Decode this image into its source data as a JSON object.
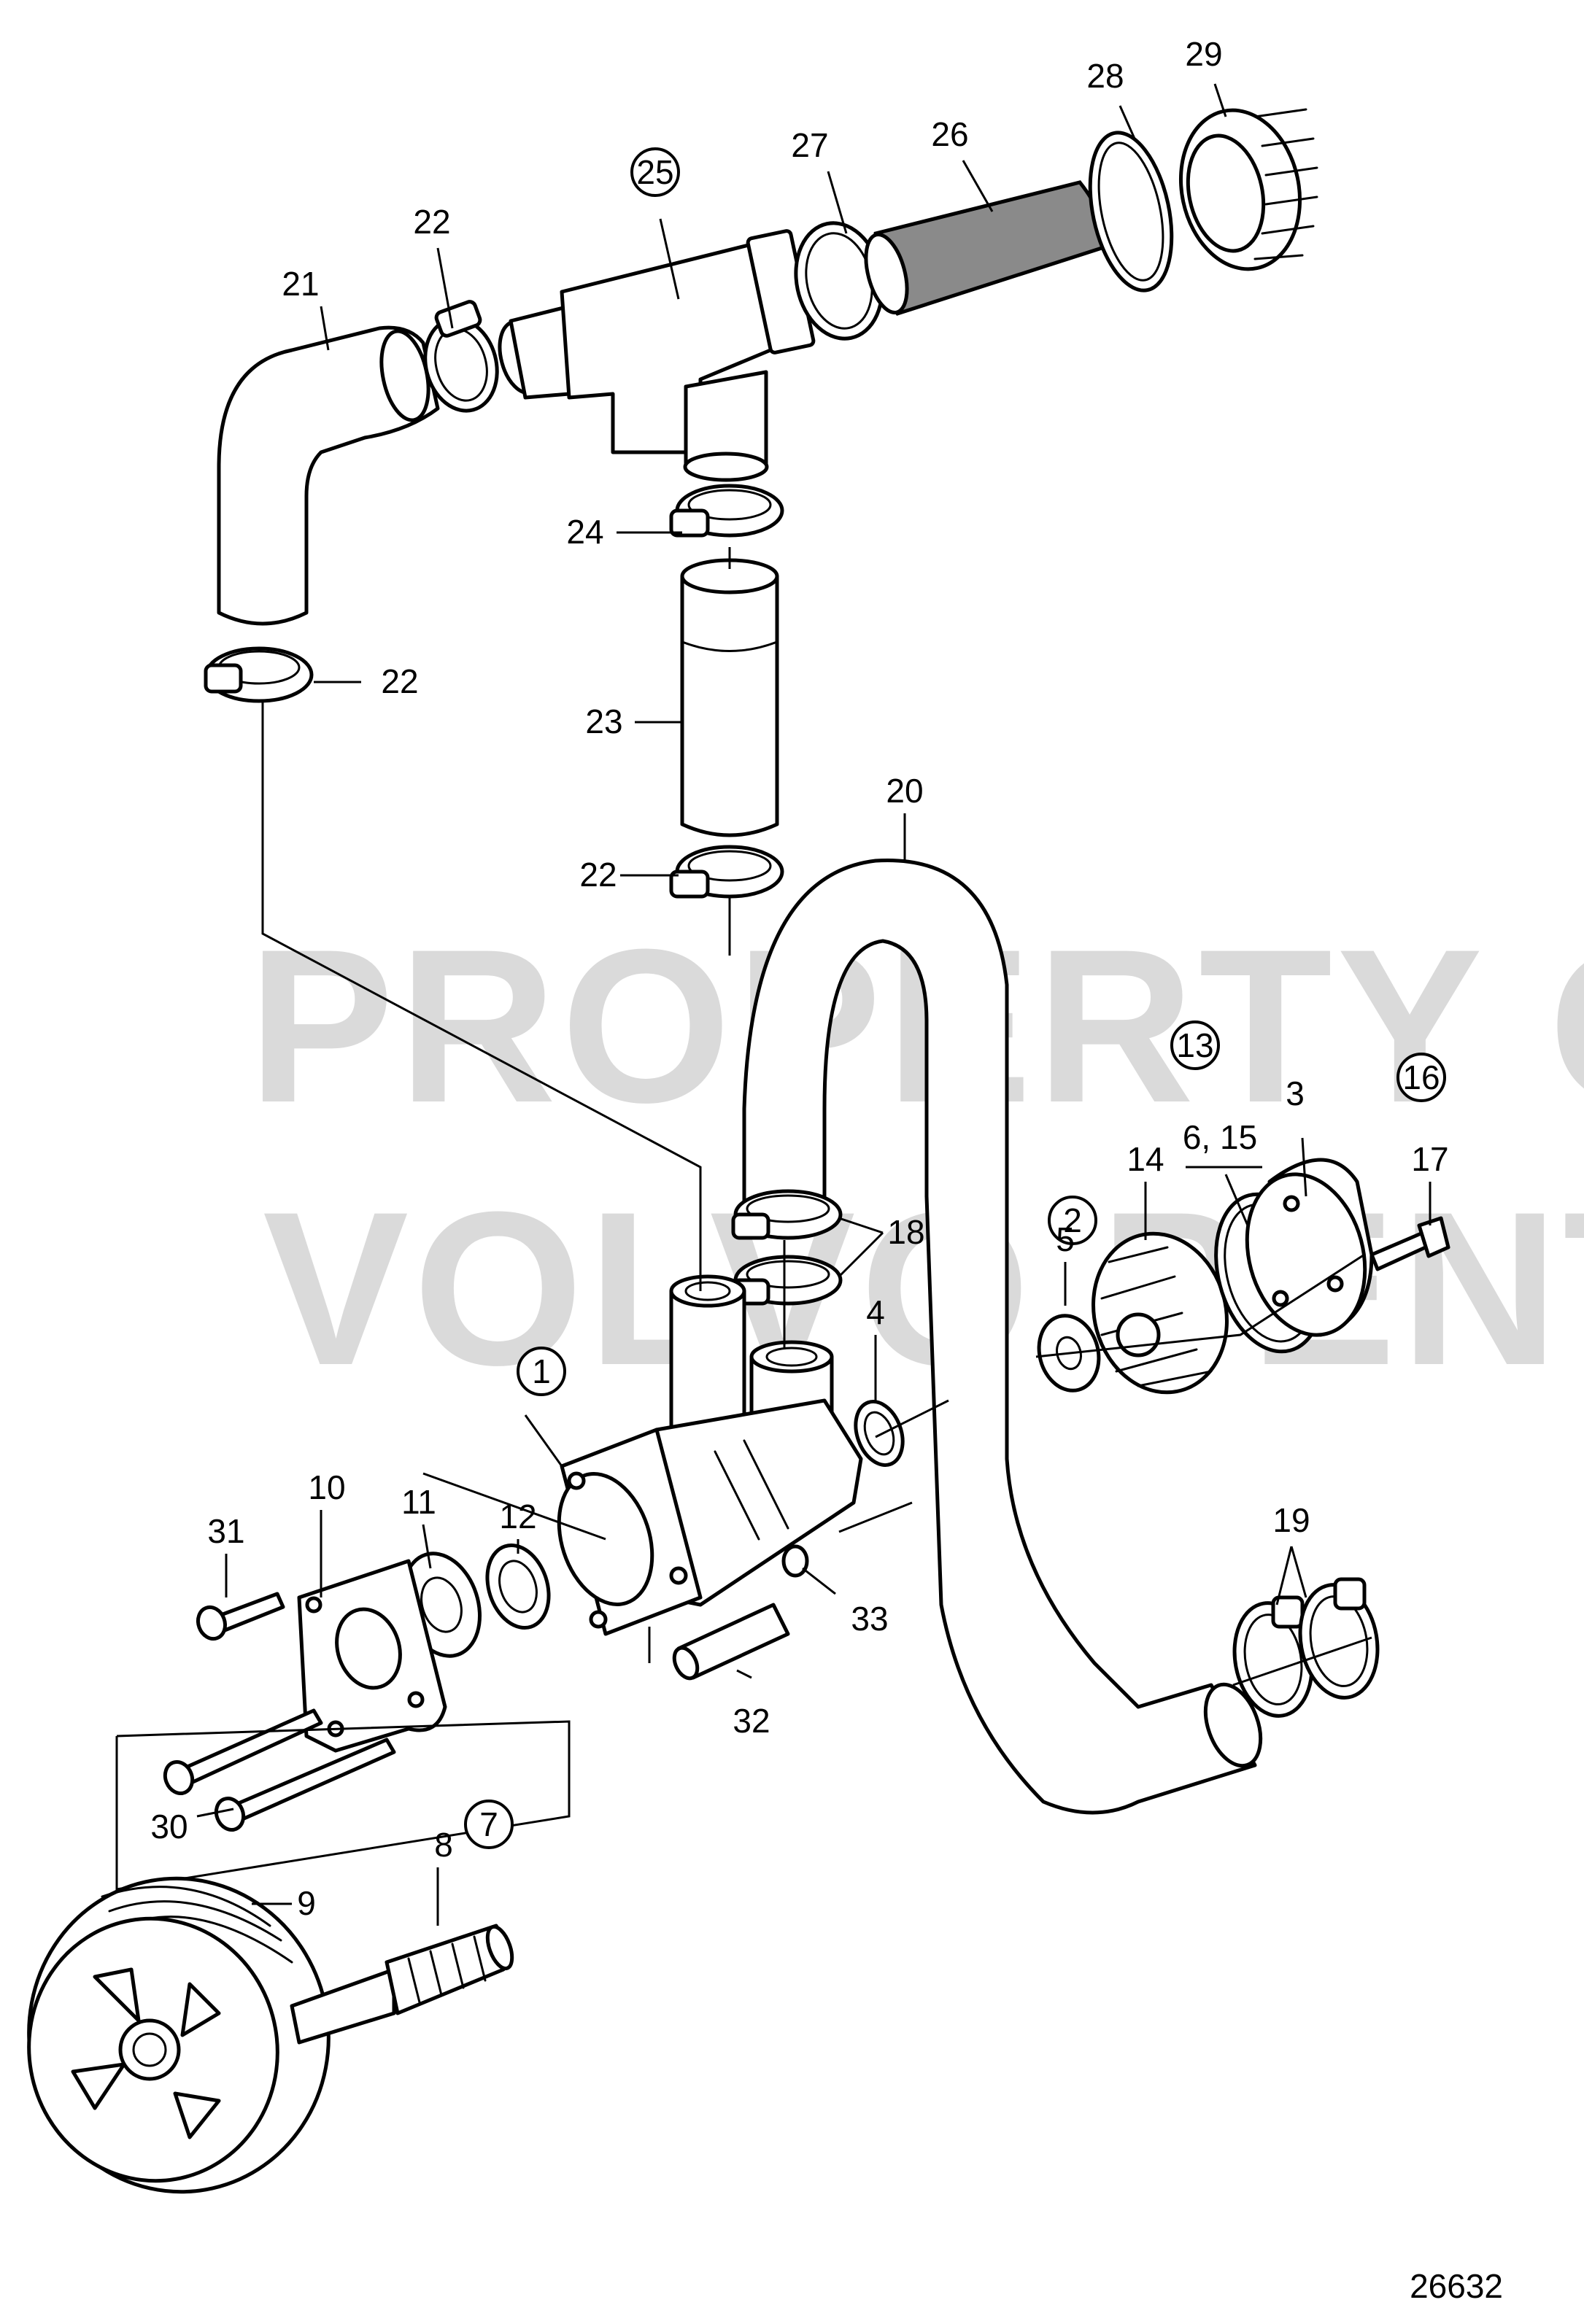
{
  "watermark": {
    "line1": "PROPERTY OF",
    "line2": "VOLVO PENTA"
  },
  "drawing_number": "26632",
  "callouts": [
    {
      "id": "c1",
      "text": "1",
      "circled": true
    },
    {
      "id": "c2",
      "text": "2",
      "circled": true
    },
    {
      "id": "c3",
      "text": "3",
      "circled": false
    },
    {
      "id": "c4",
      "text": "4",
      "circled": false
    },
    {
      "id": "c5",
      "text": "5",
      "circled": false
    },
    {
      "id": "c6_15",
      "text": "6, 15",
      "circled": false
    },
    {
      "id": "c7",
      "text": "7",
      "circled": true
    },
    {
      "id": "c8",
      "text": "8",
      "circled": false
    },
    {
      "id": "c9",
      "text": "9",
      "circled": false
    },
    {
      "id": "c10",
      "text": "10",
      "circled": false
    },
    {
      "id": "c11",
      "text": "11",
      "circled": false
    },
    {
      "id": "c12",
      "text": "12",
      "circled": false
    },
    {
      "id": "c13",
      "text": "13",
      "circled": true
    },
    {
      "id": "c14",
      "text": "14",
      "circled": false
    },
    {
      "id": "c16",
      "text": "16",
      "circled": true
    },
    {
      "id": "c17",
      "text": "17",
      "circled": false
    },
    {
      "id": "c18",
      "text": "18",
      "circled": false
    },
    {
      "id": "c19",
      "text": "19",
      "circled": false
    },
    {
      "id": "c20",
      "text": "20",
      "circled": false
    },
    {
      "id": "c21",
      "text": "21",
      "circled": false
    },
    {
      "id": "c22a",
      "text": "22",
      "circled": false
    },
    {
      "id": "c22b",
      "text": "22",
      "circled": false
    },
    {
      "id": "c22c",
      "text": "22",
      "circled": false
    },
    {
      "id": "c23",
      "text": "23",
      "circled": false
    },
    {
      "id": "c24",
      "text": "24",
      "circled": false
    },
    {
      "id": "c25",
      "text": "25",
      "circled": true
    },
    {
      "id": "c26",
      "text": "26",
      "circled": false
    },
    {
      "id": "c27",
      "text": "27",
      "circled": false
    },
    {
      "id": "c28",
      "text": "28",
      "circled": false
    },
    {
      "id": "c29",
      "text": "29",
      "circled": false
    },
    {
      "id": "c30",
      "text": "30",
      "circled": false
    },
    {
      "id": "c31",
      "text": "31",
      "circled": false
    },
    {
      "id": "c32",
      "text": "32",
      "circled": false
    },
    {
      "id": "c33",
      "text": "33",
      "circled": false
    }
  ]
}
